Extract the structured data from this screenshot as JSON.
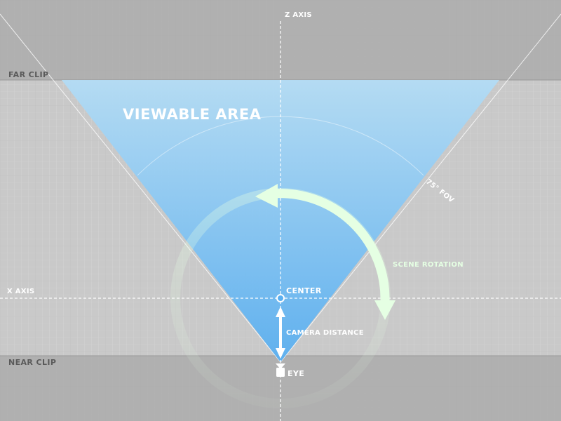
{
  "colors": {
    "background": "#c9c9c9",
    "clip_band": "#a9a9a9",
    "grid_line": "#d8d8d8",
    "frustum_top": "#b0d8f3",
    "frustum_bottom": "#5bb0f0",
    "rotation_arrow": "#e5ffe3",
    "axis_line": "#ffffff",
    "label_dark": "#5a5a5a",
    "label_light": "#ffffff",
    "label_green": "#e5ffe3"
  },
  "labels": {
    "z_axis": "Z AXIS",
    "x_axis": "X AXIS",
    "far_clip": "FAR CLIP",
    "near_clip": "NEAR CLIP",
    "viewable_area": "VIEWABLE AREA",
    "fov": "75° FOV",
    "scene_rotation": "SCENE ROTATION",
    "center": "CENTER",
    "camera_distance": "CAMERA DISTANCE",
    "eye": "EYE"
  },
  "icons": {
    "camera": "camera-icon",
    "center": "center-point-icon",
    "rotation": "rotation-arrow-icon",
    "distance": "double-arrow-icon"
  }
}
